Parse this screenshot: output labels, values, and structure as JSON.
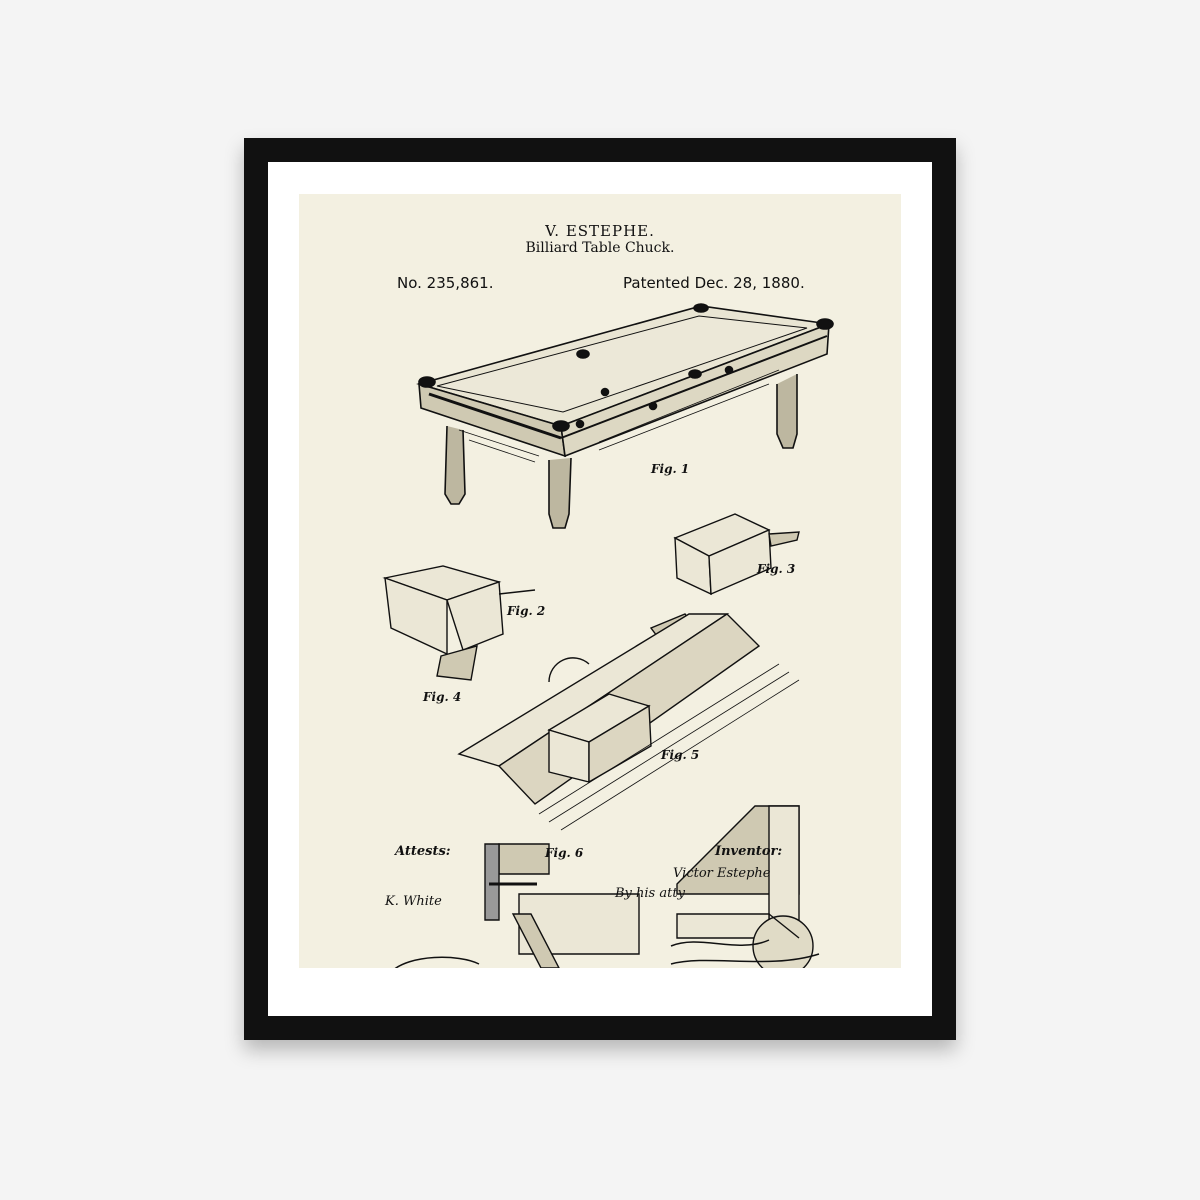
{
  "patent": {
    "inventor_name": "V. ESTEPHE.",
    "title": "Billiard Table Chuck.",
    "number": "No. 235,861.",
    "date": "Patented Dec. 28, 1880."
  },
  "figures": [
    "Fig. 1",
    "Fig. 2",
    "Fig. 3",
    "Fig. 4",
    "Fig. 5",
    "Fig. 6"
  ],
  "footer": {
    "attests_label": "Attests:",
    "witness": "K. White",
    "inventor_label": "Inventor:",
    "inventor_signature": "Victor Estephe",
    "by_atty": "By his atty"
  }
}
